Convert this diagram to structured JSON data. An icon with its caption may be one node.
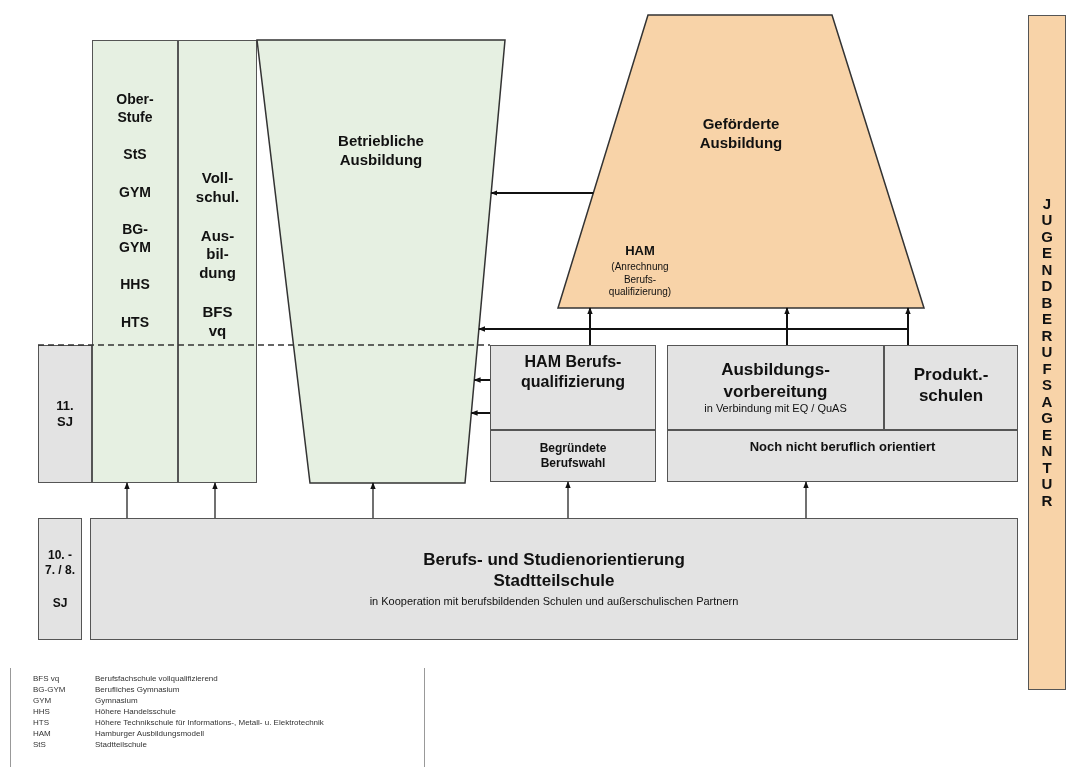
{
  "diagram": {
    "nodes": [
      {
        "text": [
          "11. SJ"
        ]
      },
      {
        "text": [
          "Ober- Stufe",
          "StS",
          "GYM",
          "BG- GYM",
          "HHS",
          "HTS"
        ]
      },
      {
        "text": [
          "Voll- schul.",
          "Aus- bil- dung",
          "BFS vq"
        ]
      },
      {
        "text": [
          "Betriebliche Ausbildung"
        ]
      },
      {
        "text": [
          "Geförderte Ausbildung",
          "HAM",
          "(Anrechnung Berufs- qualifizierung)"
        ]
      },
      {
        "text": [
          "HAM Berufs- qualifizierung"
        ]
      },
      {
        "text": [
          "Begründete Berufswahl"
        ]
      },
      {
        "text": [
          "Ausbildungs- vorbereitung",
          "in Verbindung mit EQ / QuAS"
        ]
      },
      {
        "text": [
          "Produkt.- schulen"
        ]
      },
      {
        "text": [
          "Noch nicht beruflich orientiert"
        ]
      },
      {
        "text": [
          "10. - 7. / 8.",
          "SJ"
        ]
      },
      {
        "text": [
          "Berufs- und Studienorientierung Stadtteilschule",
          "in Kooperation mit berufsbildenden Schulen und außerschulischen Partnern"
        ]
      },
      {
        "text": [
          "JUGENDBERUFSAGENTUR"
        ]
      }
    ],
    "edges": [
      {
        "from": 11,
        "to": 1,
        "arrow": "to"
      },
      {
        "from": 11,
        "to": 2,
        "arrow": "to"
      },
      {
        "from": 11,
        "to": 3,
        "arrow": "to"
      },
      {
        "from": 11,
        "to": 6,
        "arrow": "to"
      },
      {
        "from": 11,
        "to": 9,
        "arrow": "to"
      },
      {
        "from": 5,
        "to": 4,
        "arrow": "to"
      },
      {
        "from": 7,
        "to": 4,
        "arrow": "to"
      },
      {
        "from": 8,
        "to": 4,
        "arrow": "to"
      },
      {
        "from": 4,
        "to": 3,
        "arrow": "to"
      },
      {
        "from": 5,
        "to": 3,
        "arrow": "to"
      },
      {
        "from": 5,
        "to": 3,
        "arrow": "to"
      },
      {
        "from": 8,
        "to": 3,
        "arrow": "to"
      }
    ],
    "labels": [
      "BFS vq",
      "Berufsfachschule vollqualifizierend",
      "BG-GYM",
      "Berufliches Gymnasium",
      "GYM",
      "Gymnasium",
      "HHS",
      "Höhere Handelsschule",
      "HTS",
      "Höhere Technikschule für Informations-, Metall- u. Elektrotechnik",
      "HAM",
      "Hamburger Ausbildungsmodell",
      "StS",
      "Stadtteilschule"
    ]
  }
}
